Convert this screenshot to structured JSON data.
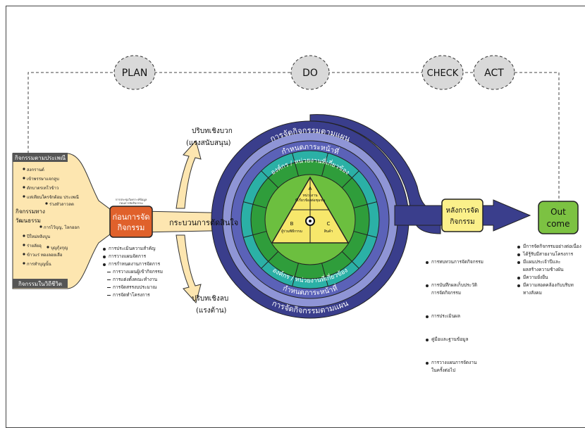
{
  "phases": {
    "plan": "PLAN",
    "do": "DO",
    "check": "CHECK",
    "act": "ACT"
  },
  "left": {
    "top_box": "กิจกรรมตามประเพณี",
    "side_label_1": "กิจกรรมทาง",
    "side_label_2": "วัฒนธรรม",
    "bottom_box": "กิจกรรมในวิถีชีวิต",
    "items": [
      "สงกรานต์",
      "เข้าพรรษาแจกลูบ",
      "ตักบาตรเทโวข้าว",
      "แห่เทียนใครจักต้อม ประเพณี",
      "ร่วงหัวลาวลต",
      "การไว้บุญ, โลกออก",
      "ปีใหม่หลิงบูน",
      "ร่ายลัยอุ",
      "ข้าวแร่ ทองลอยเลือ",
      "บุญกุ้งกุญ",
      "การทำบุญนั้น"
    ]
  },
  "before": {
    "small_label": "การประชุมวิเคราะห์ข้อมูล\nก่อนการจัดกิจกรรม",
    "title_1": "ก่อนการจัด",
    "title_2": "กิจกรรม",
    "bullets": [
      "การประเมินความสำคัญ",
      "การวางแผนจัดการ",
      "การกำหนดงานการจัดการ"
    ],
    "sub_bullets": [
      "การวางแผนผู้เข้ากิจกรรม",
      "การแต่งตั้งคณะทำงาน",
      "การจัดสรรงบประมาณ",
      "การจัดทำโครงการ"
    ]
  },
  "forces": {
    "positive_1": "ปริบทเชิงบวก",
    "positive_2": "(แรงสนับสนุน)",
    "negative_1": "ปริบทเชิงลบ",
    "negative_2": "(แรงต้าน)"
  },
  "decision": "กระบวนการตัดสินใจ",
  "circle": {
    "ring_outer": "การจัดกิจกรรมตามแผน",
    "ring_duty": "กำหนดภาระหน้าที่",
    "ring_org": "องค์กร / หน่วยงานที่เกี่ยวข้อง",
    "tri_a": "A\nหน่วยงาน\nที่เกี่ยวข้องต่อชุมชน",
    "tri_b": "B\nผู้ร่วมพิธีกรรม",
    "tri_c": "C\nสินค้า"
  },
  "after": {
    "title_1": "หลังการจัด",
    "title_2": "กิจกรรม",
    "bullets": [
      "การทบทวนการจัดกิจกรรม",
      "การบันทึกผลเก็บประวัติ\nการจัดกิจกรรม",
      "การประเมินผล",
      "คู่มือและฐานข้อมูล",
      "การวางแผนการจัดงาน\nในครั้งต่อไป"
    ]
  },
  "outcome": {
    "title_1": "Out",
    "title_2": "come",
    "bullets": [
      "มีการจัดกิจกรรมอย่างต่อเนื่อง",
      "ได้รู้รับมีสายงานโครงการ",
      "มีแผนประเจ้าปีและ\nผลสร้างความช้างผัน",
      "มีความยั่งยืน",
      "มีความสอดคล้องกับบริบท\nทางสังคม"
    ]
  },
  "colors": {
    "cream": "#fde6b0",
    "orange_box": "#e0612b",
    "yellow_box": "#fbf08a",
    "green_box": "#7cc242",
    "navy": "#3a3e8c",
    "ring_outer": "#4a4fa2",
    "ring_light": "#8f95d6",
    "ring_duty": "#5b62b8",
    "ring_org": "#2bb0a6",
    "inner_green": "#2f9d3b",
    "tri": "#f7e76b",
    "phase_fill": "#d9d9d9"
  }
}
